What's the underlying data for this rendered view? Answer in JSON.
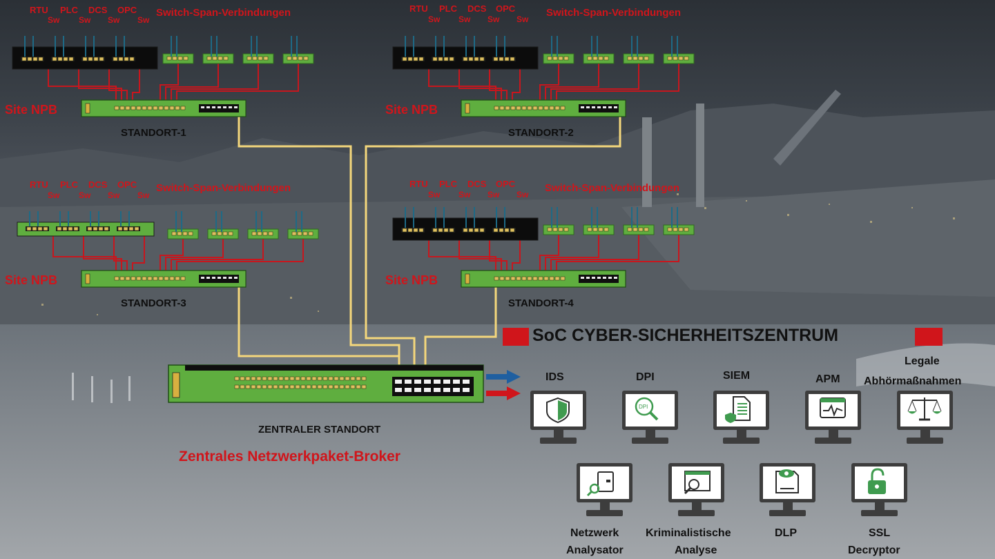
{
  "sites": [
    {
      "name": "STANDORT-1",
      "npb": "Site NPB",
      "devices": [
        "RTU",
        "PLC",
        "DCS",
        "OPC"
      ],
      "sw": [
        "Sw",
        "Sw",
        "Sw",
        "Sw"
      ],
      "span": "Switch-Span-Verbindungen"
    },
    {
      "name": "STANDORT-2",
      "npb": "Site NPB",
      "devices": [
        "RTU",
        "PLC",
        "DCS",
        "OPC"
      ],
      "sw": [
        "Sw",
        "Sw",
        "Sw",
        "Sw"
      ],
      "span": "Switch-Span-Verbindungen"
    },
    {
      "name": "STANDORT-3",
      "npb": "Site NPB",
      "devices": [
        "RTU",
        "PLC",
        "DCS",
        "OPC"
      ],
      "sw": [
        "Sw",
        "Sw",
        "Sw",
        "Sw"
      ],
      "span": "Switch-Span-Verbindungen"
    },
    {
      "name": "STANDORT-4",
      "npb": "Site NPB",
      "devices": [
        "RTU",
        "PLC",
        "DCS",
        "OPC"
      ],
      "sw": [
        "Sw",
        "Sw",
        "Sw",
        "Sw"
      ],
      "span": "Switch-Span-Verbindungen"
    }
  ],
  "central": {
    "site": "ZENTRALER STANDORT",
    "title": "Zentrales Netzwerkpaket-Broker"
  },
  "soc": {
    "title": "SoC CYBER-SICHERHEITSZENTRUM"
  },
  "tools": [
    {
      "label": "IDS",
      "icon": "shield-icon"
    },
    {
      "label": "DPI",
      "icon": "dpi-magnifier-icon"
    },
    {
      "label": "SIEM",
      "icon": "document-shield-icon"
    },
    {
      "label": "APM",
      "icon": "pulse-monitor-icon"
    },
    {
      "label_1": "Legale",
      "label_2": "Abhörmaßnahmen",
      "icon": "scales-icon"
    },
    {
      "label_1": "Netzwerk",
      "label_2": "Analysator",
      "icon": "network-search-icon"
    },
    {
      "label_1": "Kriminalistische",
      "label_2": "Analyse",
      "icon": "forensic-window-icon"
    },
    {
      "label": "DLP",
      "icon": "eye-document-icon"
    },
    {
      "label_1": "SSL",
      "label_2": "Decryptor",
      "icon": "unlocked-padlock-icon"
    }
  ],
  "colors": {
    "accent_red": "#d0151b",
    "switch_green": "#5fae3f",
    "fiber_yellow": "#f4d77c",
    "arrow_blue": "#1f5fa0"
  }
}
